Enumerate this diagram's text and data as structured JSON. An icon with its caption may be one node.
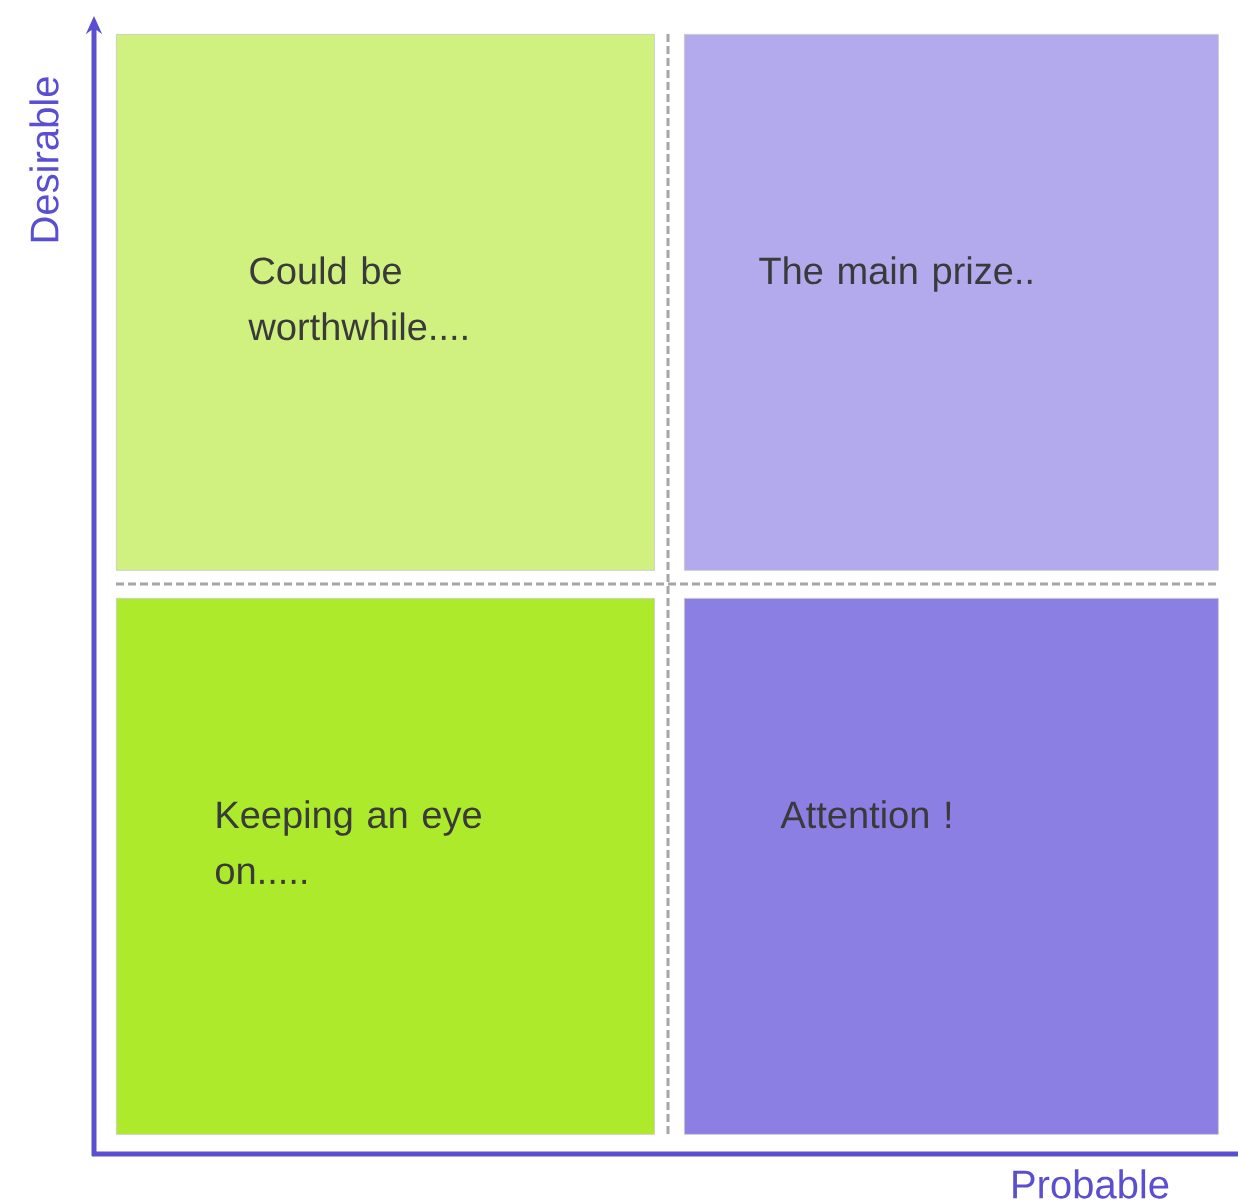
{
  "diagram": {
    "nodes": [
      {
        "text": [
          "Could be worthwhile...."
        ]
      },
      {
        "text": [
          "The main prize.."
        ]
      },
      {
        "text": [
          "Keeping an eye on....."
        ]
      },
      {
        "text": [
          "Attention !"
        ]
      }
    ],
    "labels": [
      "Desirable",
      "Probable"
    ]
  }
}
